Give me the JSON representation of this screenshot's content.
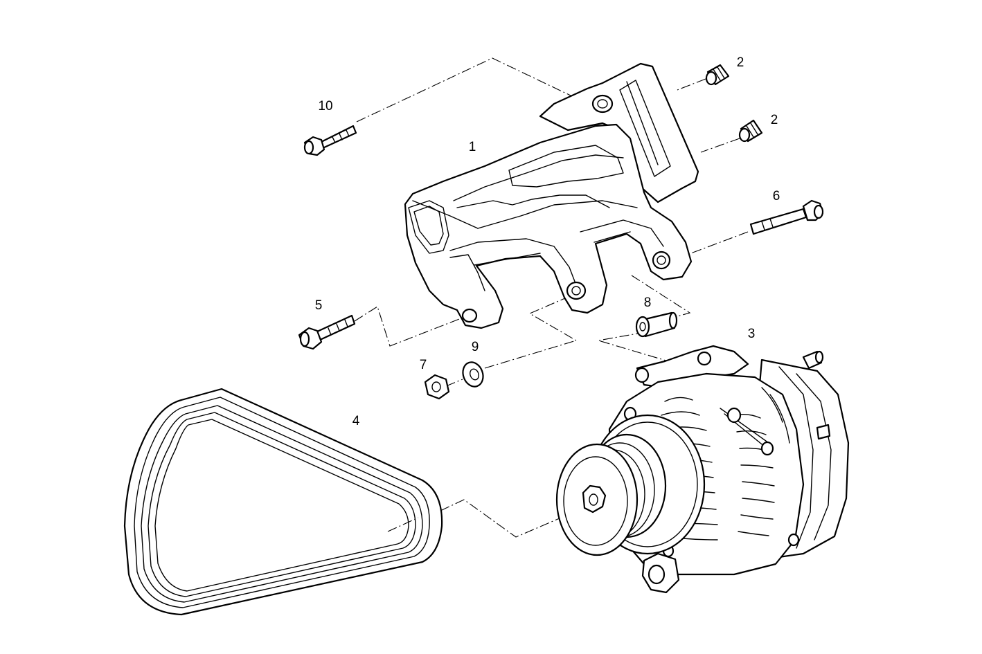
{
  "callouts": [
    {
      "id": "c1",
      "text": "1"
    },
    {
      "id": "c2a",
      "text": "2"
    },
    {
      "id": "c2b",
      "text": "2"
    },
    {
      "id": "c3",
      "text": "3"
    },
    {
      "id": "c4",
      "text": "4"
    },
    {
      "id": "c5",
      "text": "5"
    },
    {
      "id": "c6",
      "text": "6"
    },
    {
      "id": "c7",
      "text": "7"
    },
    {
      "id": "c8",
      "text": "8"
    },
    {
      "id": "c9",
      "text": "9"
    },
    {
      "id": "c10",
      "text": "10"
    }
  ]
}
